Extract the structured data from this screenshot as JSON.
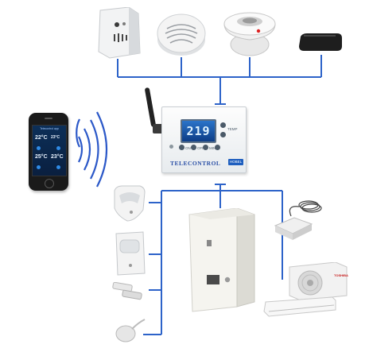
{
  "hub": {
    "display_value": "219",
    "brand": "TELECONTROL",
    "badge": "HOBEL",
    "button_labels": [
      "TEMP",
      "MENU",
      "ON",
      "OFF",
      "MIN",
      "AUX"
    ]
  },
  "phone": {
    "app_title": "Telecontrol app",
    "temps": [
      "22°C",
      "23°C",
      "25°C",
      "23°C"
    ]
  },
  "condenser": {
    "brand": "TOSHIBA"
  },
  "colors": {
    "wire": "#2d63c9",
    "signal": "#2b58c8",
    "hub_lcd": "#1d5cb4"
  }
}
